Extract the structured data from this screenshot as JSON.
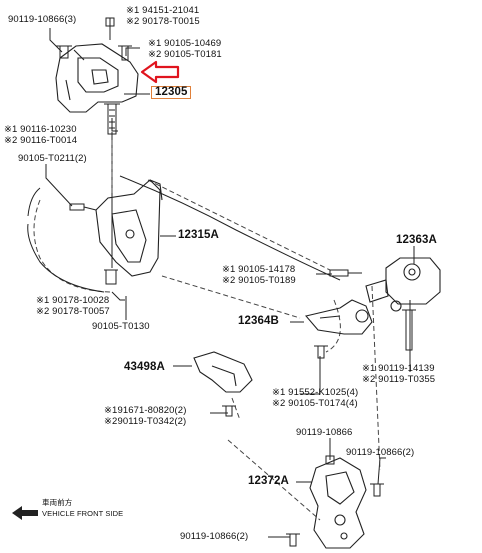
{
  "parts": {
    "p1": "90119-10866(3)",
    "p2a": "※1 94151-21041",
    "p2b": "※2 90178-T0015",
    "p3a": "※1 90105-10469",
    "p3b": "※2 90105-T0181",
    "p4": "12305",
    "p5a": "※1 90116-10230",
    "p5b": "※2 90116-T0014",
    "p6": "90105-T0211(2)",
    "p7": "12315A",
    "p8": "12363A",
    "p9a": "※1 90105-14178",
    "p9b": "※2 90105-T0189",
    "p10a": "※1 90178-10028",
    "p10b": "※2 90178-T0057",
    "p11": "90105-T0130",
    "p12": "12364B",
    "p13a": "※1 90119-14139",
    "p13b": "※2 90119-T0355",
    "p14": "43498A",
    "p15a": "※1 91552-K1025(4)",
    "p15b": "※2 90105-T0174(4)",
    "p16a": "※191671-80820(2)",
    "p16b": "※290119-T0342(2)",
    "p17": "90119-10866",
    "p18": "90119-10866(2)",
    "p19": "12372A",
    "p20": "90119-10866(2)"
  },
  "direction": {
    "jp": "車両前方",
    "en": "VEHICLE FRONT SIDE"
  },
  "colors": {
    "highlight_arrow": "#e0141e",
    "highlight_box": "#e0803a",
    "line": "#222222"
  }
}
